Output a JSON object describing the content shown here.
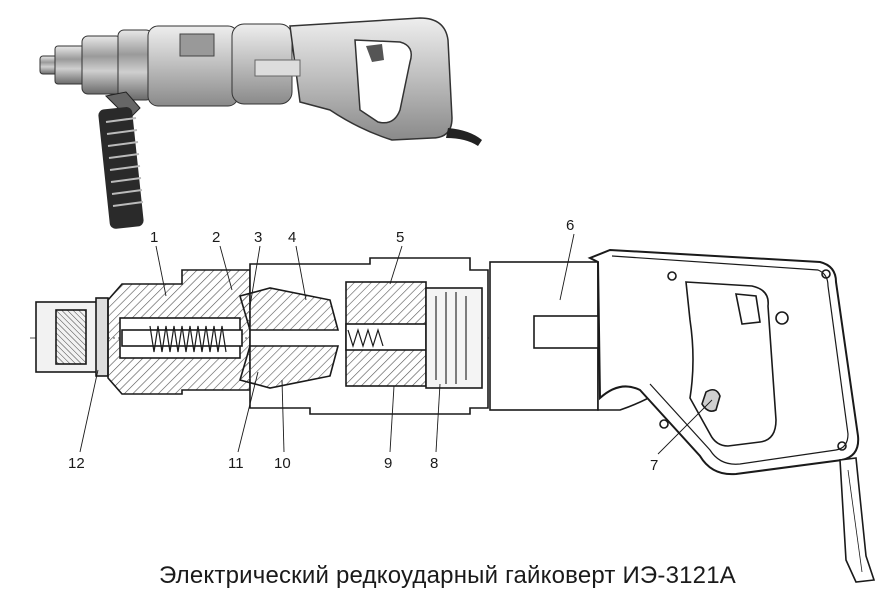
{
  "caption": "Электрический редкоударный гайковерт ИЭ-3121А",
  "callouts": [
    "1",
    "2",
    "3",
    "4",
    "5",
    "6",
    "7",
    "8",
    "9",
    "10",
    "11",
    "12"
  ],
  "colors": {
    "ink": "#1a1a1a",
    "photo_body": "#b8b8b8",
    "photo_dark": "#2a2a2a",
    "hatch": "#555555",
    "background": "#ffffff"
  }
}
